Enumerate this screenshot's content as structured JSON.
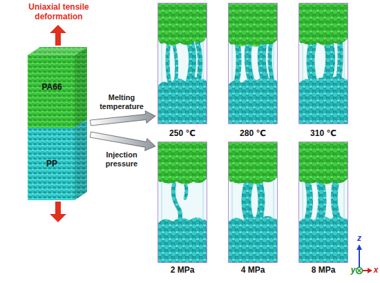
{
  "diagram": {
    "nodes": [
      {
        "text": [
          "PA66"
        ]
      },
      {
        "text": [
          "PP"
        ]
      },
      {
        "text": [
          "250 ℃"
        ]
      },
      {
        "text": [
          "280 ℃"
        ]
      },
      {
        "text": [
          "310 ℃"
        ]
      },
      {
        "text": [
          "2 MPa"
        ]
      },
      {
        "text": [
          "4 MPa"
        ]
      },
      {
        "text": [
          "8 MPa"
        ]
      }
    ],
    "edges": [
      {
        "from": 0,
        "to": 2,
        "label": "Melting temperature",
        "arrow": "to"
      },
      {
        "from": 1,
        "to": 5,
        "label": "Injection pressure",
        "arrow": "to"
      }
    ],
    "labels": [
      "Uniaxial tensile deformation",
      "z",
      "x",
      "y"
    ]
  }
}
